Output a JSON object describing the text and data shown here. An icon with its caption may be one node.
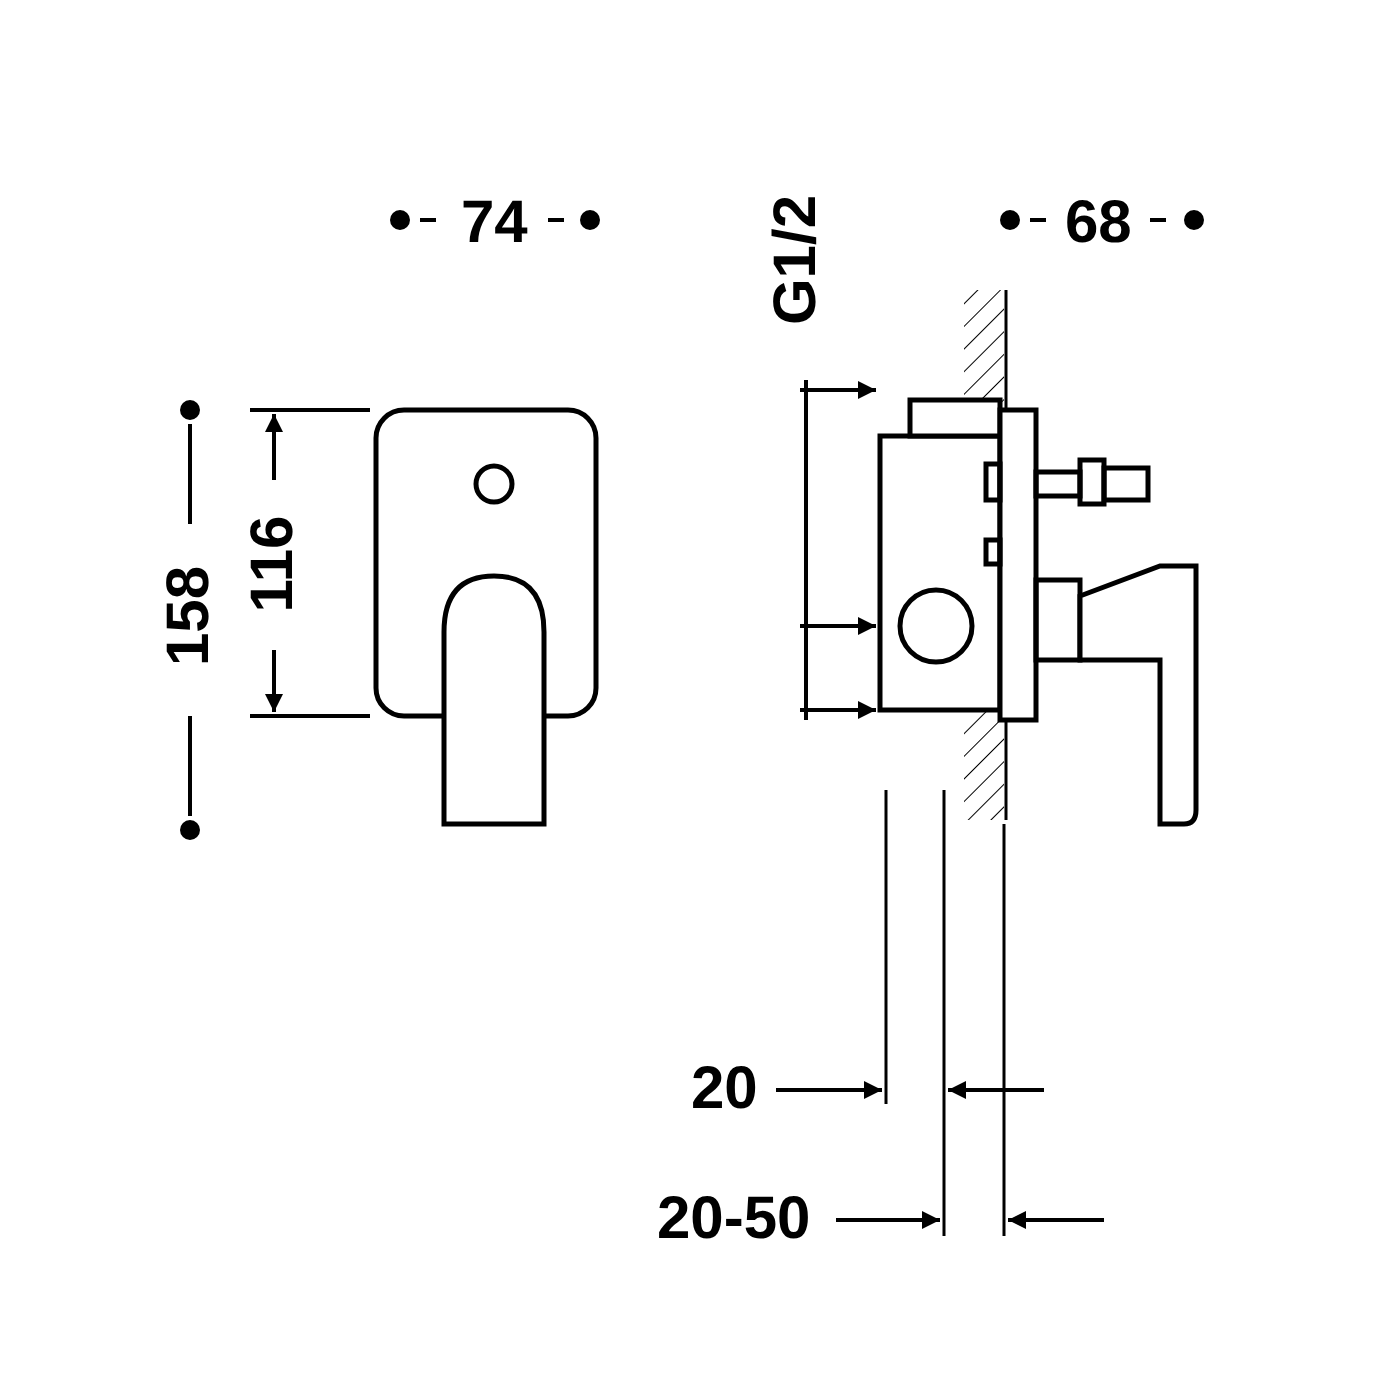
{
  "diagram": {
    "labels": [
      "74",
      "68",
      "G1/2",
      "158",
      "116",
      "20",
      "20-50"
    ]
  }
}
